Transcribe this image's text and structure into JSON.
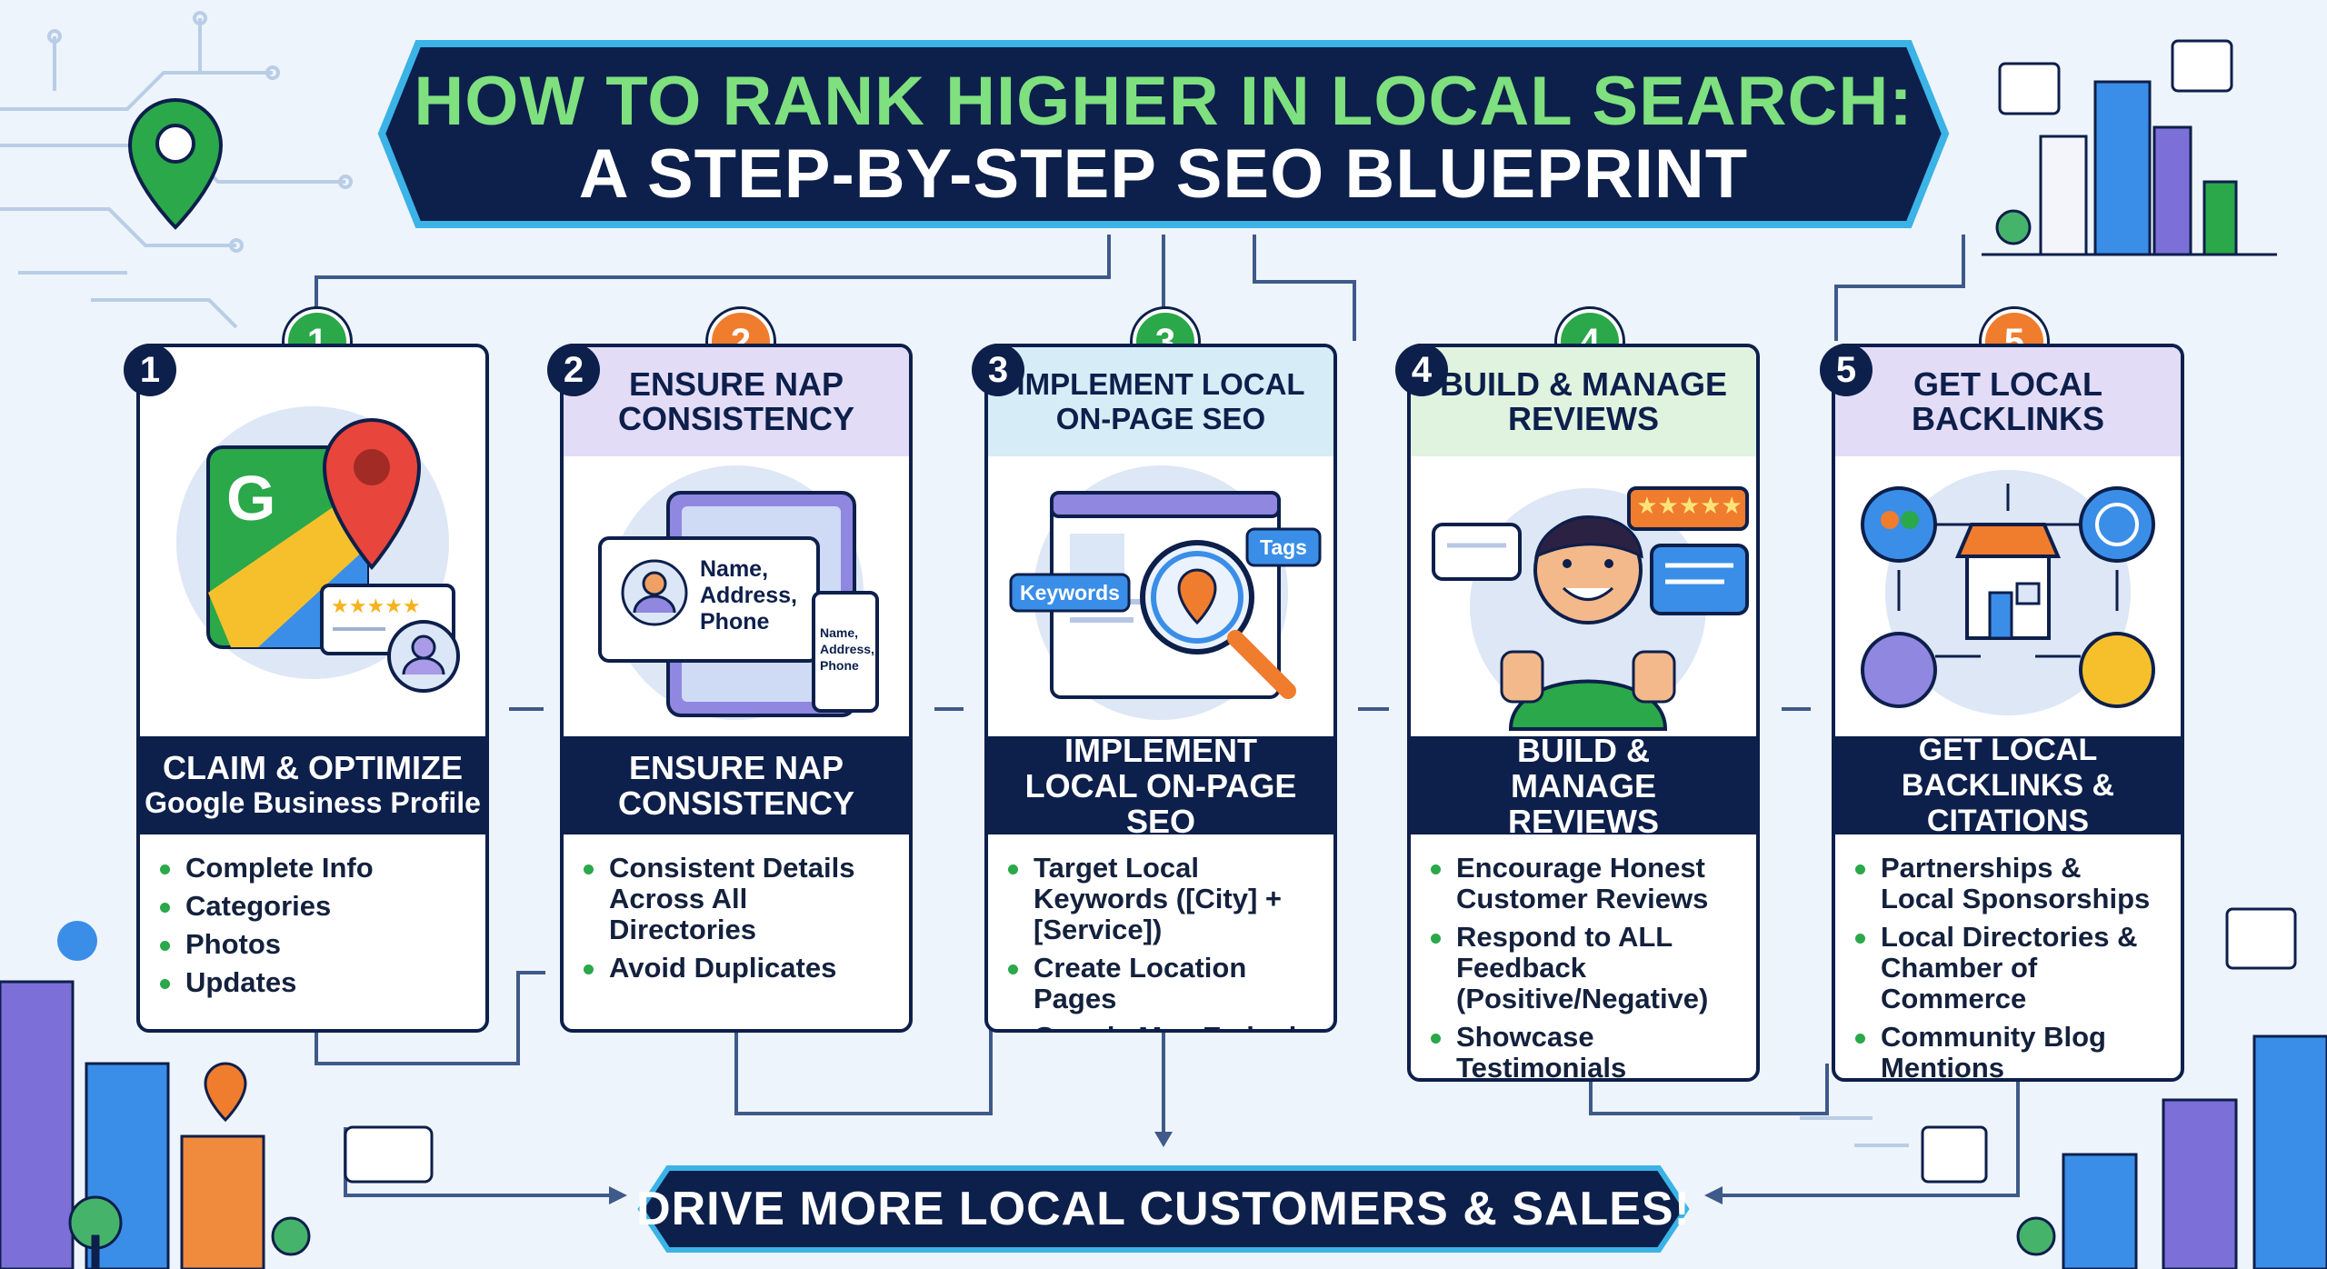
{
  "title": {
    "line1": "HOW TO RANK HIGHER IN LOCAL SEARCH:",
    "line2": "A STEP-BY-STEP SEO BLUEPRINT"
  },
  "colors": {
    "navy": "#0d1f4b",
    "green": "#2aa84a",
    "orange": "#f07c2e",
    "title_green": "#7ee07e",
    "purple_head": "#e3dcf7",
    "blue_head": "#d6ecf7",
    "green_head": "#dff3df"
  },
  "steps": [
    {
      "number": "1",
      "band_title": "CLAIM & OPTIMIZE",
      "band_sub": "Google Business Profile",
      "bullets": [
        "Complete Info",
        "Categories",
        "Photos",
        "Updates"
      ],
      "icon": "google-maps-profile-icon"
    },
    {
      "number": "2",
      "head": "ENSURE NAP CONSISTENCY",
      "band_title": "ENSURE NAP CONSISTENCY",
      "card_text": "Name, Address, Phone",
      "phone_text": "Name, Address, Phone",
      "bullets": [
        "Consistent Details Across All Directories",
        "Avoid Duplicates"
      ],
      "icon": "tablet-profile-icon"
    },
    {
      "number": "3",
      "head": "IMPLEMENT LOCAL ON-PAGE SEO",
      "band_title": "IMPLEMENT LOCAL ON-PAGE SEO",
      "tag_keywords": "Keywords",
      "tag_tags": "Tags",
      "bullets": [
        "Target Local Keywords ([City] + [Service])",
        "Create Location Pages",
        "Google Map Embed"
      ],
      "icon": "magnifier-location-icon"
    },
    {
      "number": "4",
      "head": "BUILD & MANAGE REVIEWS",
      "band_title": "BUILD & MANAGE REVIEWS",
      "stars": "★★★★★",
      "bullets": [
        "Encourage Honest Customer Reviews",
        "Respond to ALL Feedback (Positive/Negative)",
        "Showcase Testimonials"
      ],
      "icon": "thumbs-up-person-icon"
    },
    {
      "number": "5",
      "head": "GET LOCAL BACKLINKS",
      "band_title": "GET LOCAL BACKLINKS & CITATIONS",
      "bullets": [
        "Partnerships & Local Sponsorships",
        "Local Directories & Chamber of Commerce",
        "Community Blog Mentions"
      ],
      "icon": "store-network-icon"
    }
  ],
  "cta": "DRIVE MORE LOCAL CUSTOMERS & SALES!"
}
